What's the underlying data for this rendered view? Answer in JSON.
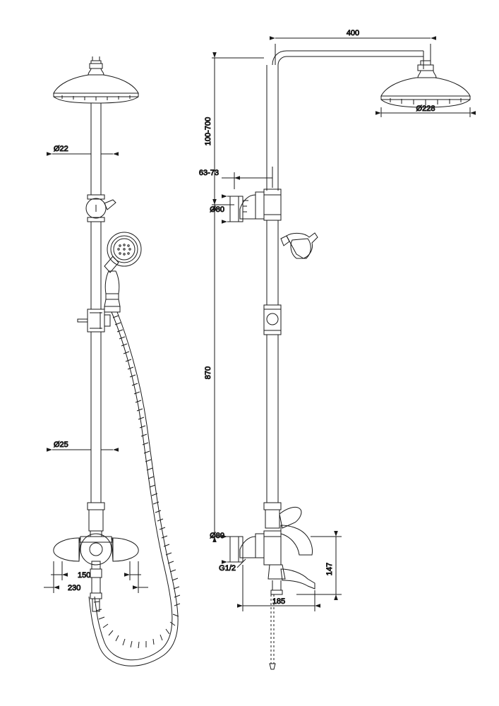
{
  "drawing": {
    "title": "Shower column technical drawing",
    "views": [
      {
        "name": "front-view",
        "position": "left"
      },
      {
        "name": "side-view",
        "position": "right"
      }
    ],
    "dimensions": {
      "front": [
        {
          "id": "dia22",
          "label": "Ø22",
          "type": "diameter",
          "value": 22,
          "unit": "mm"
        },
        {
          "id": "dia25",
          "label": "Ø25",
          "type": "diameter",
          "value": 25,
          "unit": "mm"
        },
        {
          "id": "w150",
          "label": "150",
          "type": "linear",
          "value": 150,
          "unit": "mm"
        },
        {
          "id": "w230",
          "label": "230",
          "type": "linear",
          "value": 230,
          "unit": "mm"
        }
      ],
      "side": [
        {
          "id": "w400",
          "label": "400",
          "type": "linear",
          "value": 400,
          "unit": "mm"
        },
        {
          "id": "dia228",
          "label": "Ø228",
          "type": "diameter",
          "value": 228,
          "unit": "mm"
        },
        {
          "id": "h100-700",
          "label": "100-700",
          "type": "range",
          "value": "100-700",
          "unit": "mm"
        },
        {
          "id": "w63-73",
          "label": "63-73",
          "type": "range",
          "value": "63-73",
          "unit": "mm"
        },
        {
          "id": "dia80_top",
          "label": "Ø80",
          "type": "diameter",
          "value": 80,
          "unit": "mm"
        },
        {
          "id": "h870",
          "label": "870",
          "type": "linear",
          "value": 870,
          "unit": "mm"
        },
        {
          "id": "dia80_bottom",
          "label": "Ø80",
          "type": "diameter",
          "value": 80,
          "unit": "mm"
        },
        {
          "id": "g12",
          "label": "G1/2",
          "type": "thread",
          "value": "G1/2",
          "unit": ""
        },
        {
          "id": "h147",
          "label": "147",
          "type": "linear",
          "value": 147,
          "unit": "mm"
        },
        {
          "id": "w185",
          "label": "185",
          "type": "linear",
          "value": 185,
          "unit": "mm"
        }
      ]
    },
    "colors": {
      "line": "#1a1a1a",
      "background": "#ffffff",
      "text": "#111111"
    }
  }
}
